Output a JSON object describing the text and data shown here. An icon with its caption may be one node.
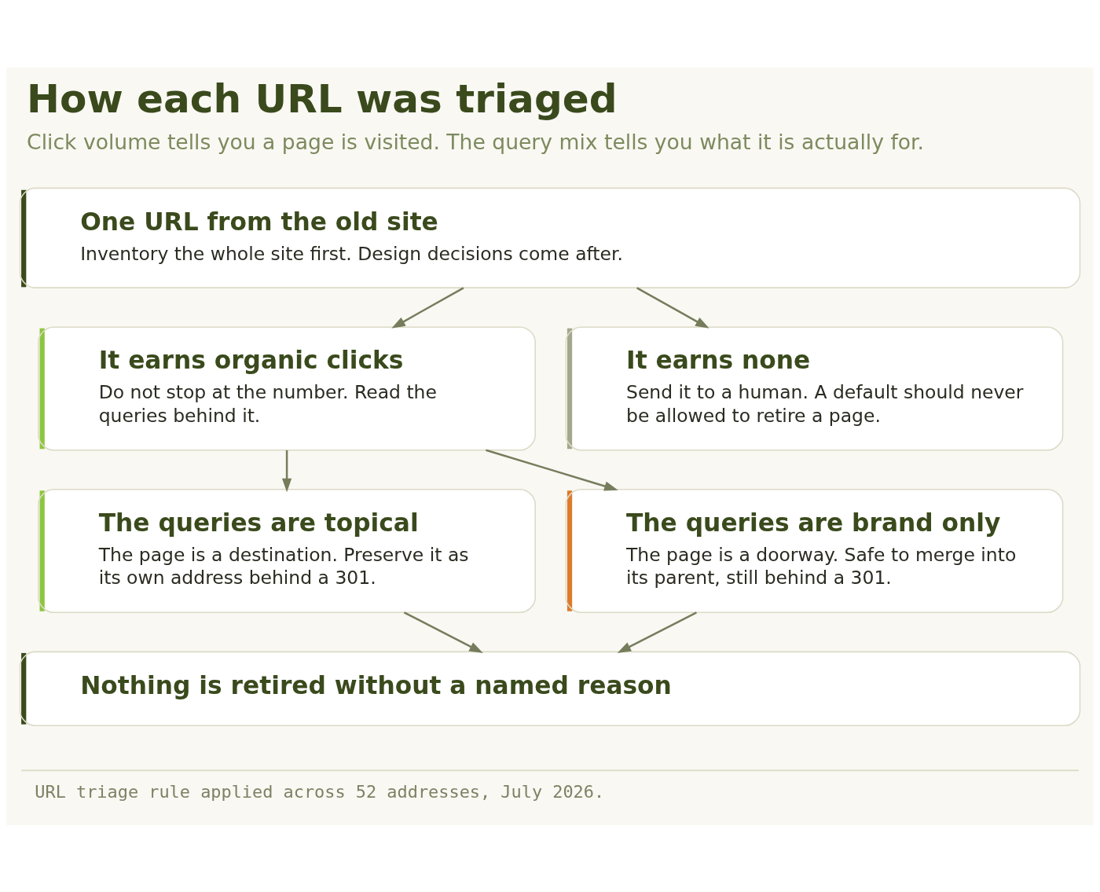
{
  "diagram": {
    "title": "How each URL was triaged",
    "caption": "Click volume tells you a page is visited. The query mix tells you what it is actually for.",
    "nodes": [
      {
        "text": [
          "One URL from the old site",
          "Inventory the whole site first. Design decisions come after."
        ]
      },
      {
        "text": [
          "It earns organic clicks",
          "Do not stop at the number. Read the queries behind it."
        ]
      },
      {
        "text": [
          "It earns none",
          "Send it to a human. A default should never be allowed to retire a page."
        ]
      },
      {
        "text": [
          "The queries are topical",
          "The page is a destination. Preserve it as its own address behind a 301."
        ]
      },
      {
        "text": [
          "The queries are brand only",
          "The page is a doorway. Safe to merge into its parent, still behind a 301."
        ]
      },
      {
        "text": [
          "Nothing is retired without a named reason"
        ]
      }
    ],
    "edges": [
      {
        "from": 0,
        "to": 1,
        "arrow": "to"
      },
      {
        "from": 0,
        "to": 2,
        "arrow": "to"
      },
      {
        "from": 1,
        "to": 3,
        "arrow": "to"
      },
      {
        "from": 1,
        "to": 4,
        "arrow": "to"
      },
      {
        "from": 3,
        "to": 5,
        "arrow": "to"
      },
      {
        "from": 4,
        "to": 5,
        "arrow": "to"
      }
    ],
    "labels": [
      "URL triage rule applied across 52 addresses, July 2026."
    ]
  }
}
